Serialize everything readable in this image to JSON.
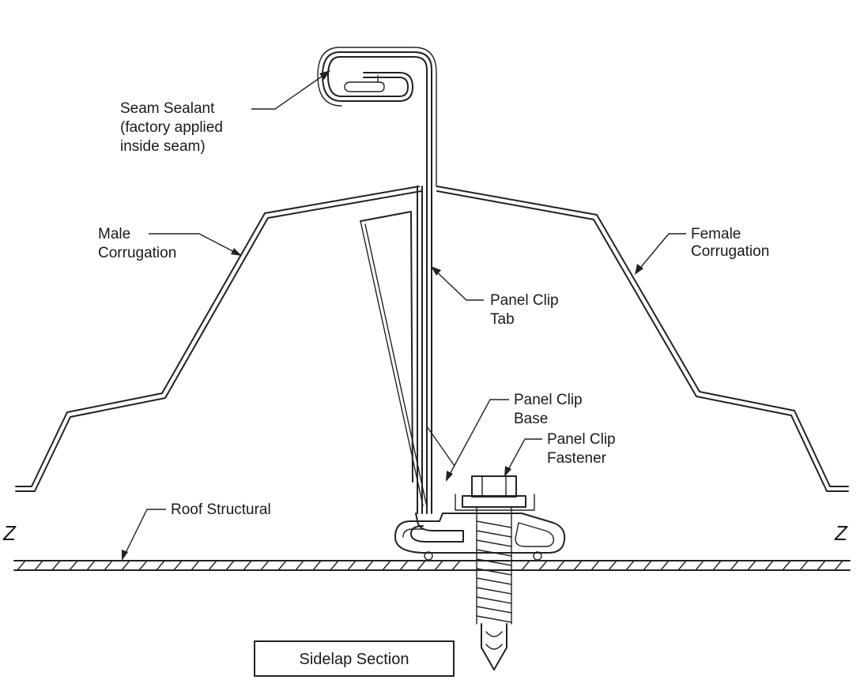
{
  "labels": {
    "seam_sealant": [
      "Seam Sealant",
      "(factory applied",
      "inside seam)"
    ],
    "male_corrugation": [
      "Male",
      "Corrugation"
    ],
    "female_corrugation": [
      "Female",
      "Corrugation"
    ],
    "panel_clip_tab": [
      "Panel Clip",
      "Tab"
    ],
    "panel_clip_base": [
      "Panel Clip",
      "Base"
    ],
    "panel_clip_fastener": [
      "Panel Clip",
      "Fastener"
    ],
    "roof_structural": "Roof Structural",
    "break_left": "Z",
    "break_right": "Z"
  },
  "caption": "Sidelap Section"
}
